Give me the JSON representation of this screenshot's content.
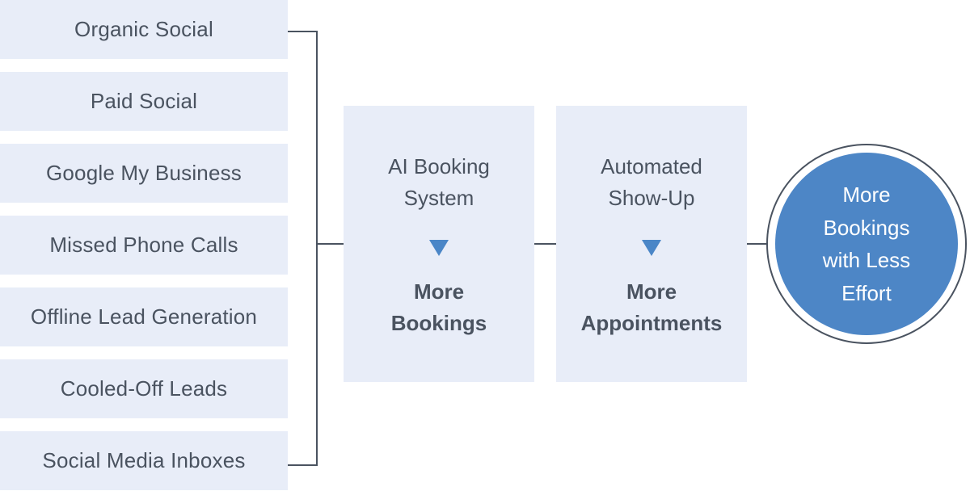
{
  "sources": [
    "Organic Social",
    "Paid Social",
    "Google My Business",
    "Missed Phone Calls",
    "Offline Lead Generation",
    "Cooled-Off Leads",
    "Social Media Inboxes"
  ],
  "stages": [
    {
      "title": "AI Booking\nSystem",
      "result": "More\nBookings"
    },
    {
      "title": "Automated\nShow-Up",
      "result": "More\nAppointments"
    }
  ],
  "outcome": "More\nBookings\nwith Less\nEffort",
  "colors": {
    "box_fill": "#e8edf8",
    "text": "#4a5360",
    "accent": "#4d86c6",
    "connector": "#4a5360"
  }
}
